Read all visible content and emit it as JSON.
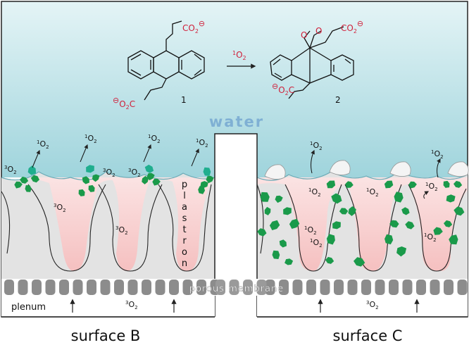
{
  "water_label": "water",
  "reaction": {
    "reactant_number": "1",
    "product_number": "2",
    "reagent_prefix": "1",
    "reagent_main": "O",
    "reagent_sub": "2",
    "carboxylate_group": "CO",
    "carboxylate_sub": "2",
    "carboxylate_charge": "⊖",
    "bottom_group_charge": "⊖",
    "bottom_group_main": "O",
    "bottom_group_sub": "2",
    "bottom_group_tail": "C",
    "peroxide_atom": "O"
  },
  "singlet_oxygen": {
    "prefix": "1",
    "main": "O",
    "sub": "2"
  },
  "triplet_oxygen": {
    "prefix": "3",
    "main": "O",
    "sub": "2"
  },
  "plastron_label": "plastron",
  "membrane_label": "porous membrane",
  "plenum_label": "plenum",
  "panel_labels": {
    "left": "surface B",
    "right": "surface C"
  },
  "colors": {
    "water_top": "#cfe9ee",
    "water_bottom": "#8fcdd6",
    "plastron": "#f7c9c9",
    "support": "#e2e2e2",
    "membrane": "#8c8c8c",
    "sensitizer_b": "#1fae8e",
    "sensitizer_c": "#1a9a4a",
    "red_text": "#d0203a",
    "water_text": "#7fb0d4"
  }
}
